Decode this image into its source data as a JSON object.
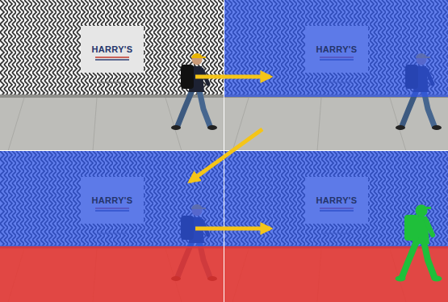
{
  "diagram": {
    "nodes": [
      {
        "text": [
          "HARRY'S"
        ]
      },
      {
        "text": [
          "HARRY'S"
        ]
      },
      {
        "text": [
          "HARRY'S"
        ]
      },
      {
        "text": [
          "HARRY'S"
        ]
      }
    ],
    "edges": [
      {
        "from": 0,
        "to": 1,
        "arrow": "to"
      },
      {
        "from": 1,
        "to": 2,
        "arrow": "to"
      },
      {
        "from": 2,
        "to": 3,
        "arrow": "to"
      }
    ]
  }
}
